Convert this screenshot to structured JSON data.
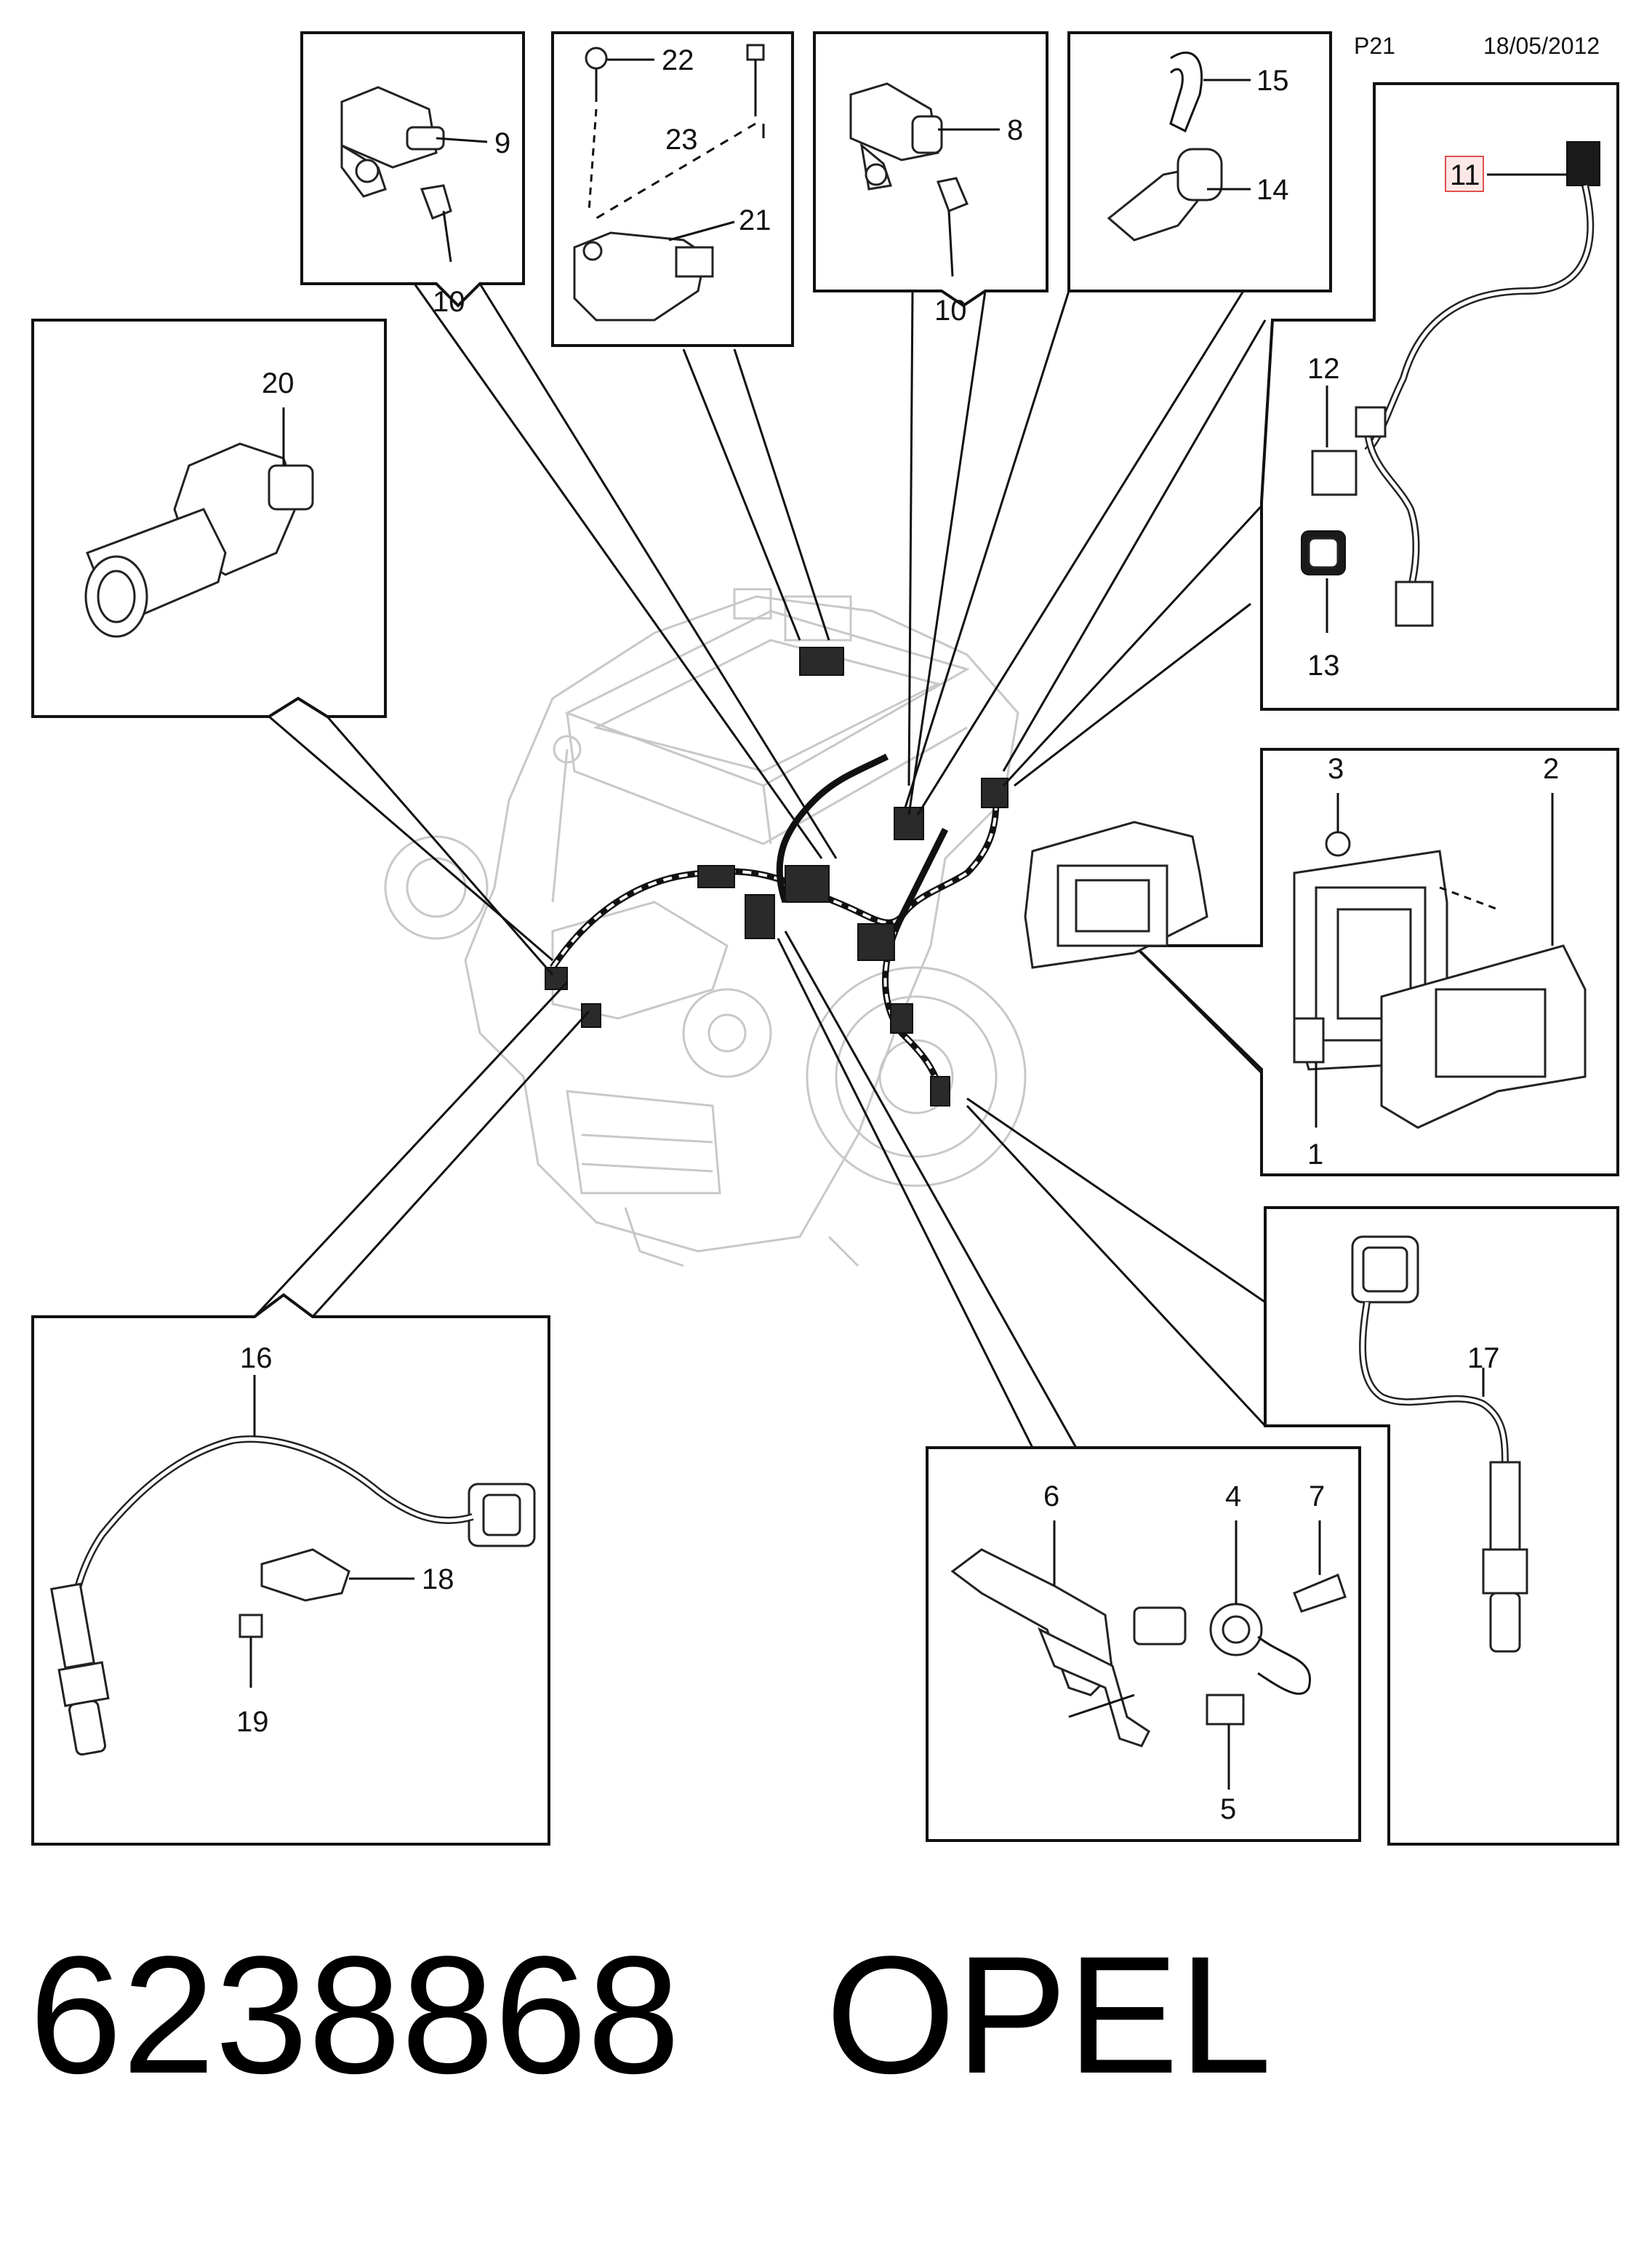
{
  "header": {
    "page": "P21",
    "date": "18/05/2012"
  },
  "callouts": {
    "c1": "1",
    "c2": "2",
    "c3": "3",
    "c4": "4",
    "c5": "5",
    "c6": "6",
    "c7": "7",
    "c8": "8",
    "c9": "9",
    "c10a": "10",
    "c10b": "10",
    "c11": "11",
    "c12": "12",
    "c13": "13",
    "c14": "14",
    "c15": "15",
    "c16": "16",
    "c17": "17",
    "c18": "18",
    "c19": "19",
    "c20": "20",
    "c21": "21",
    "c22": "22",
    "c23": "23"
  },
  "highlighted_callout": "11",
  "footer": {
    "part_number": "6238868",
    "brand": "OPEL"
  }
}
